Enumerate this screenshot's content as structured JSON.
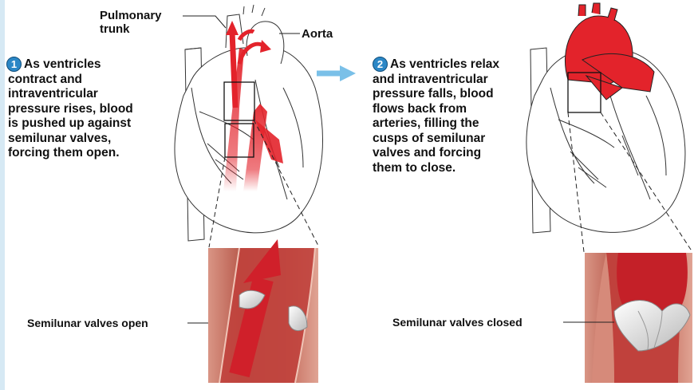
{
  "labels": {
    "pulmonary_trunk": "Pulmonary\ntrunk",
    "aorta": "Aorta"
  },
  "step1": {
    "number": "1",
    "text": "As ventricles\ncontract and\nintraventricular\npressure rises, blood\nis pushed up against\nsemilunar valves,\nforcing them open."
  },
  "step2": {
    "number": "2",
    "text": "As ventricles relax\nand intraventricular\npressure falls, blood\nflows back from\narteries, filling the\ncusps of semilunar\nvalves and forcing\nthem to close."
  },
  "valves": {
    "open_label": "Semilunar valves open",
    "closed_label": "Semilunar valves closed"
  },
  "colors": {
    "blood": "#e3232b",
    "arrow_blue": "#7ac0e8",
    "step_badge": "#2b87c6",
    "tissue": "#c9786a"
  }
}
